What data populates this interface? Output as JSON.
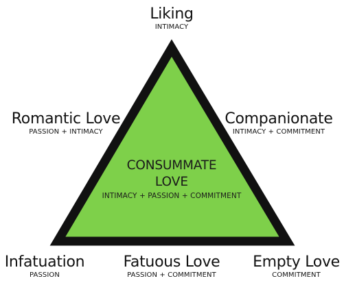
{
  "diagram": {
    "center": {
      "title_line1": "CONSUMMATE",
      "title_line2": "LOVE",
      "components": "INTIMACY + PASSION + COMMITMENT"
    },
    "top": {
      "name": "Liking",
      "components": "INTIMACY"
    },
    "upper_left": {
      "name": "Romantic Love",
      "components": "PASSION + INTIMACY"
    },
    "upper_right": {
      "name": "Companionate",
      "components": "INTIMACY + COMMITMENT"
    },
    "bottom_left": {
      "name": "Infatuation",
      "components": "PASSION"
    },
    "bottom_center": {
      "name": "Fatuous Love",
      "components": "PASSION + COMMITMENT"
    },
    "bottom_right": {
      "name": "Empty Love",
      "components": "COMMITMENT"
    },
    "colors": {
      "triangle_fill": "#7ed04a",
      "triangle_stroke": "#111111",
      "text": "#111111"
    }
  }
}
